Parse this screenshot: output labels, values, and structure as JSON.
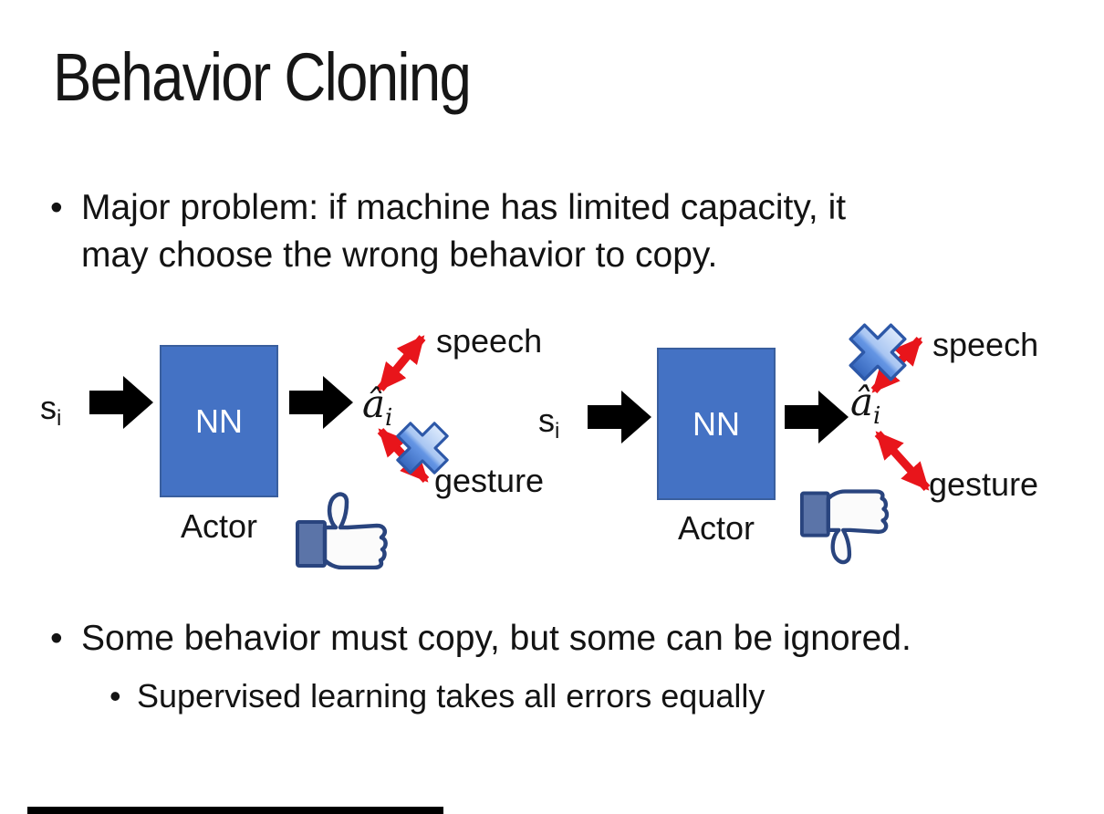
{
  "slide": {
    "title": "Behavior Cloning",
    "bullet_glyph": "•",
    "bullets": {
      "b1_line1": "Major problem: if machine has limited capacity, it",
      "b1_line2": "may choose the wrong behavior to copy.",
      "b2": "Some behavior must copy, but some can be ignored.",
      "b2_sub": "Supervised learning takes all errors equally"
    }
  },
  "diagrams": {
    "left": {
      "input": "s",
      "input_sub": "i",
      "nn": "NN",
      "output": "â",
      "output_sub": "i",
      "speech": "speech",
      "gesture": "gesture",
      "actor": "Actor",
      "crossed_out": "gesture",
      "feedback_icon": "thumbs-up"
    },
    "right": {
      "input": "s",
      "input_sub": "i",
      "nn": "NN",
      "output": "â",
      "output_sub": "i",
      "speech": "speech",
      "gesture": "gesture",
      "actor": "Actor",
      "crossed_out": "speech",
      "feedback_icon": "thumbs-down"
    }
  },
  "colors": {
    "background": "#ffffff",
    "text": "#131313",
    "nn_box_fill": "#4472c4",
    "nn_box_border": "#3a5f9e",
    "black_arrow": "#000000",
    "red_arrow": "#e8151b",
    "cross_blue_light": "#ddeafc",
    "cross_blue_dark": "#3566bc",
    "cross_border": "#2d58a8",
    "thumb_outline": "#29447e",
    "thumb_cuff_fill": "#5b74a8",
    "bottom_bar": "#000000"
  }
}
